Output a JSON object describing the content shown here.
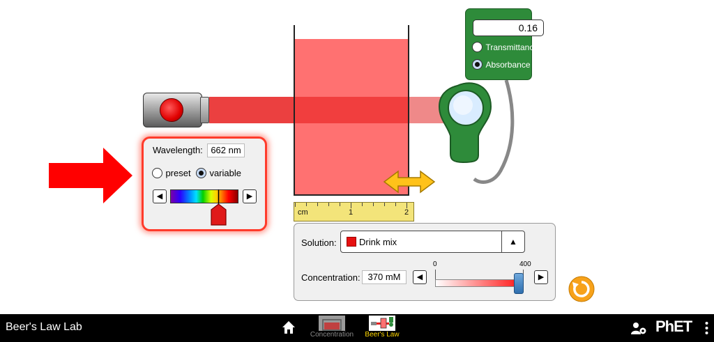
{
  "app": {
    "title": "Beer's Law Lab"
  },
  "detector": {
    "readout": "0.16",
    "options": [
      {
        "label": "Transmittance",
        "selected": false
      },
      {
        "label": "Absorbance",
        "selected": true
      }
    ]
  },
  "ruler": {
    "unit": "cm",
    "marks": [
      "1",
      "2"
    ]
  },
  "wavelength": {
    "label": "Wavelength:",
    "value": "662 nm",
    "modes": [
      {
        "label": "preset",
        "selected": false
      },
      {
        "label": "variable",
        "selected": true
      }
    ],
    "decrement_icon": "left-arrow-icon",
    "increment_icon": "right-arrow-icon"
  },
  "solution": {
    "label": "Solution:",
    "selected": "Drink mix",
    "swatch_color": "#e61010"
  },
  "concentration": {
    "label": "Concentration:",
    "value": "370 mM",
    "min_label": "0",
    "max_label": "400",
    "fraction": 0.925
  },
  "nav": {
    "screens": [
      {
        "label": "Concentration",
        "selected": false
      },
      {
        "label": "Beer's Law",
        "selected": true
      }
    ],
    "logo": "PhET"
  },
  "colors": {
    "beam": "#e81e1e",
    "solution": "#ff7171",
    "detector": "#2e8b3a",
    "highlight": "#ff3b2b",
    "selected_tab": "#ffd700"
  }
}
